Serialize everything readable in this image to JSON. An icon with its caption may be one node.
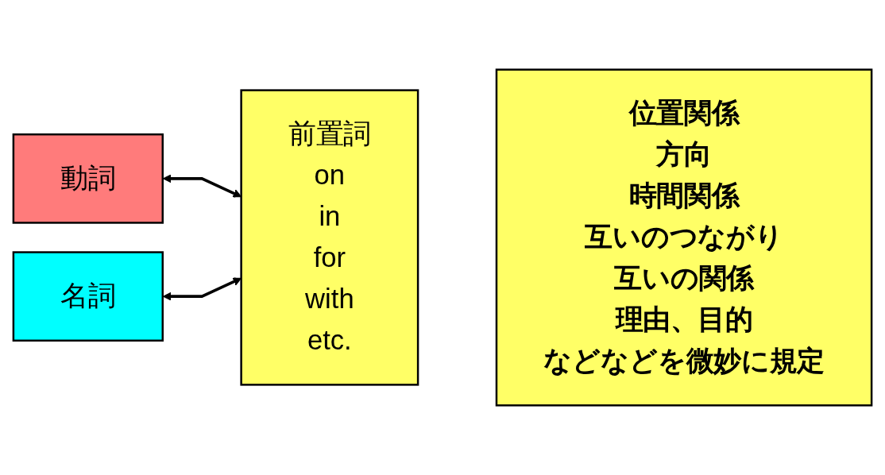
{
  "diagram": {
    "nodes": [
      {
        "text": [
          "動詞"
        ]
      },
      {
        "text": [
          "名詞"
        ]
      },
      {
        "text": [
          "前置詞",
          "on in for with etc."
        ]
      },
      {
        "text": [
          "位置関係",
          "方向",
          "時間関係",
          "互いのつながり",
          "互いの関係",
          "理由、目的",
          "などなどを微妙に規定"
        ]
      }
    ],
    "edges": [
      {
        "from": 0,
        "to": 2,
        "arrow": "both"
      },
      {
        "from": 1,
        "to": 2,
        "arrow": "both"
      }
    ]
  }
}
